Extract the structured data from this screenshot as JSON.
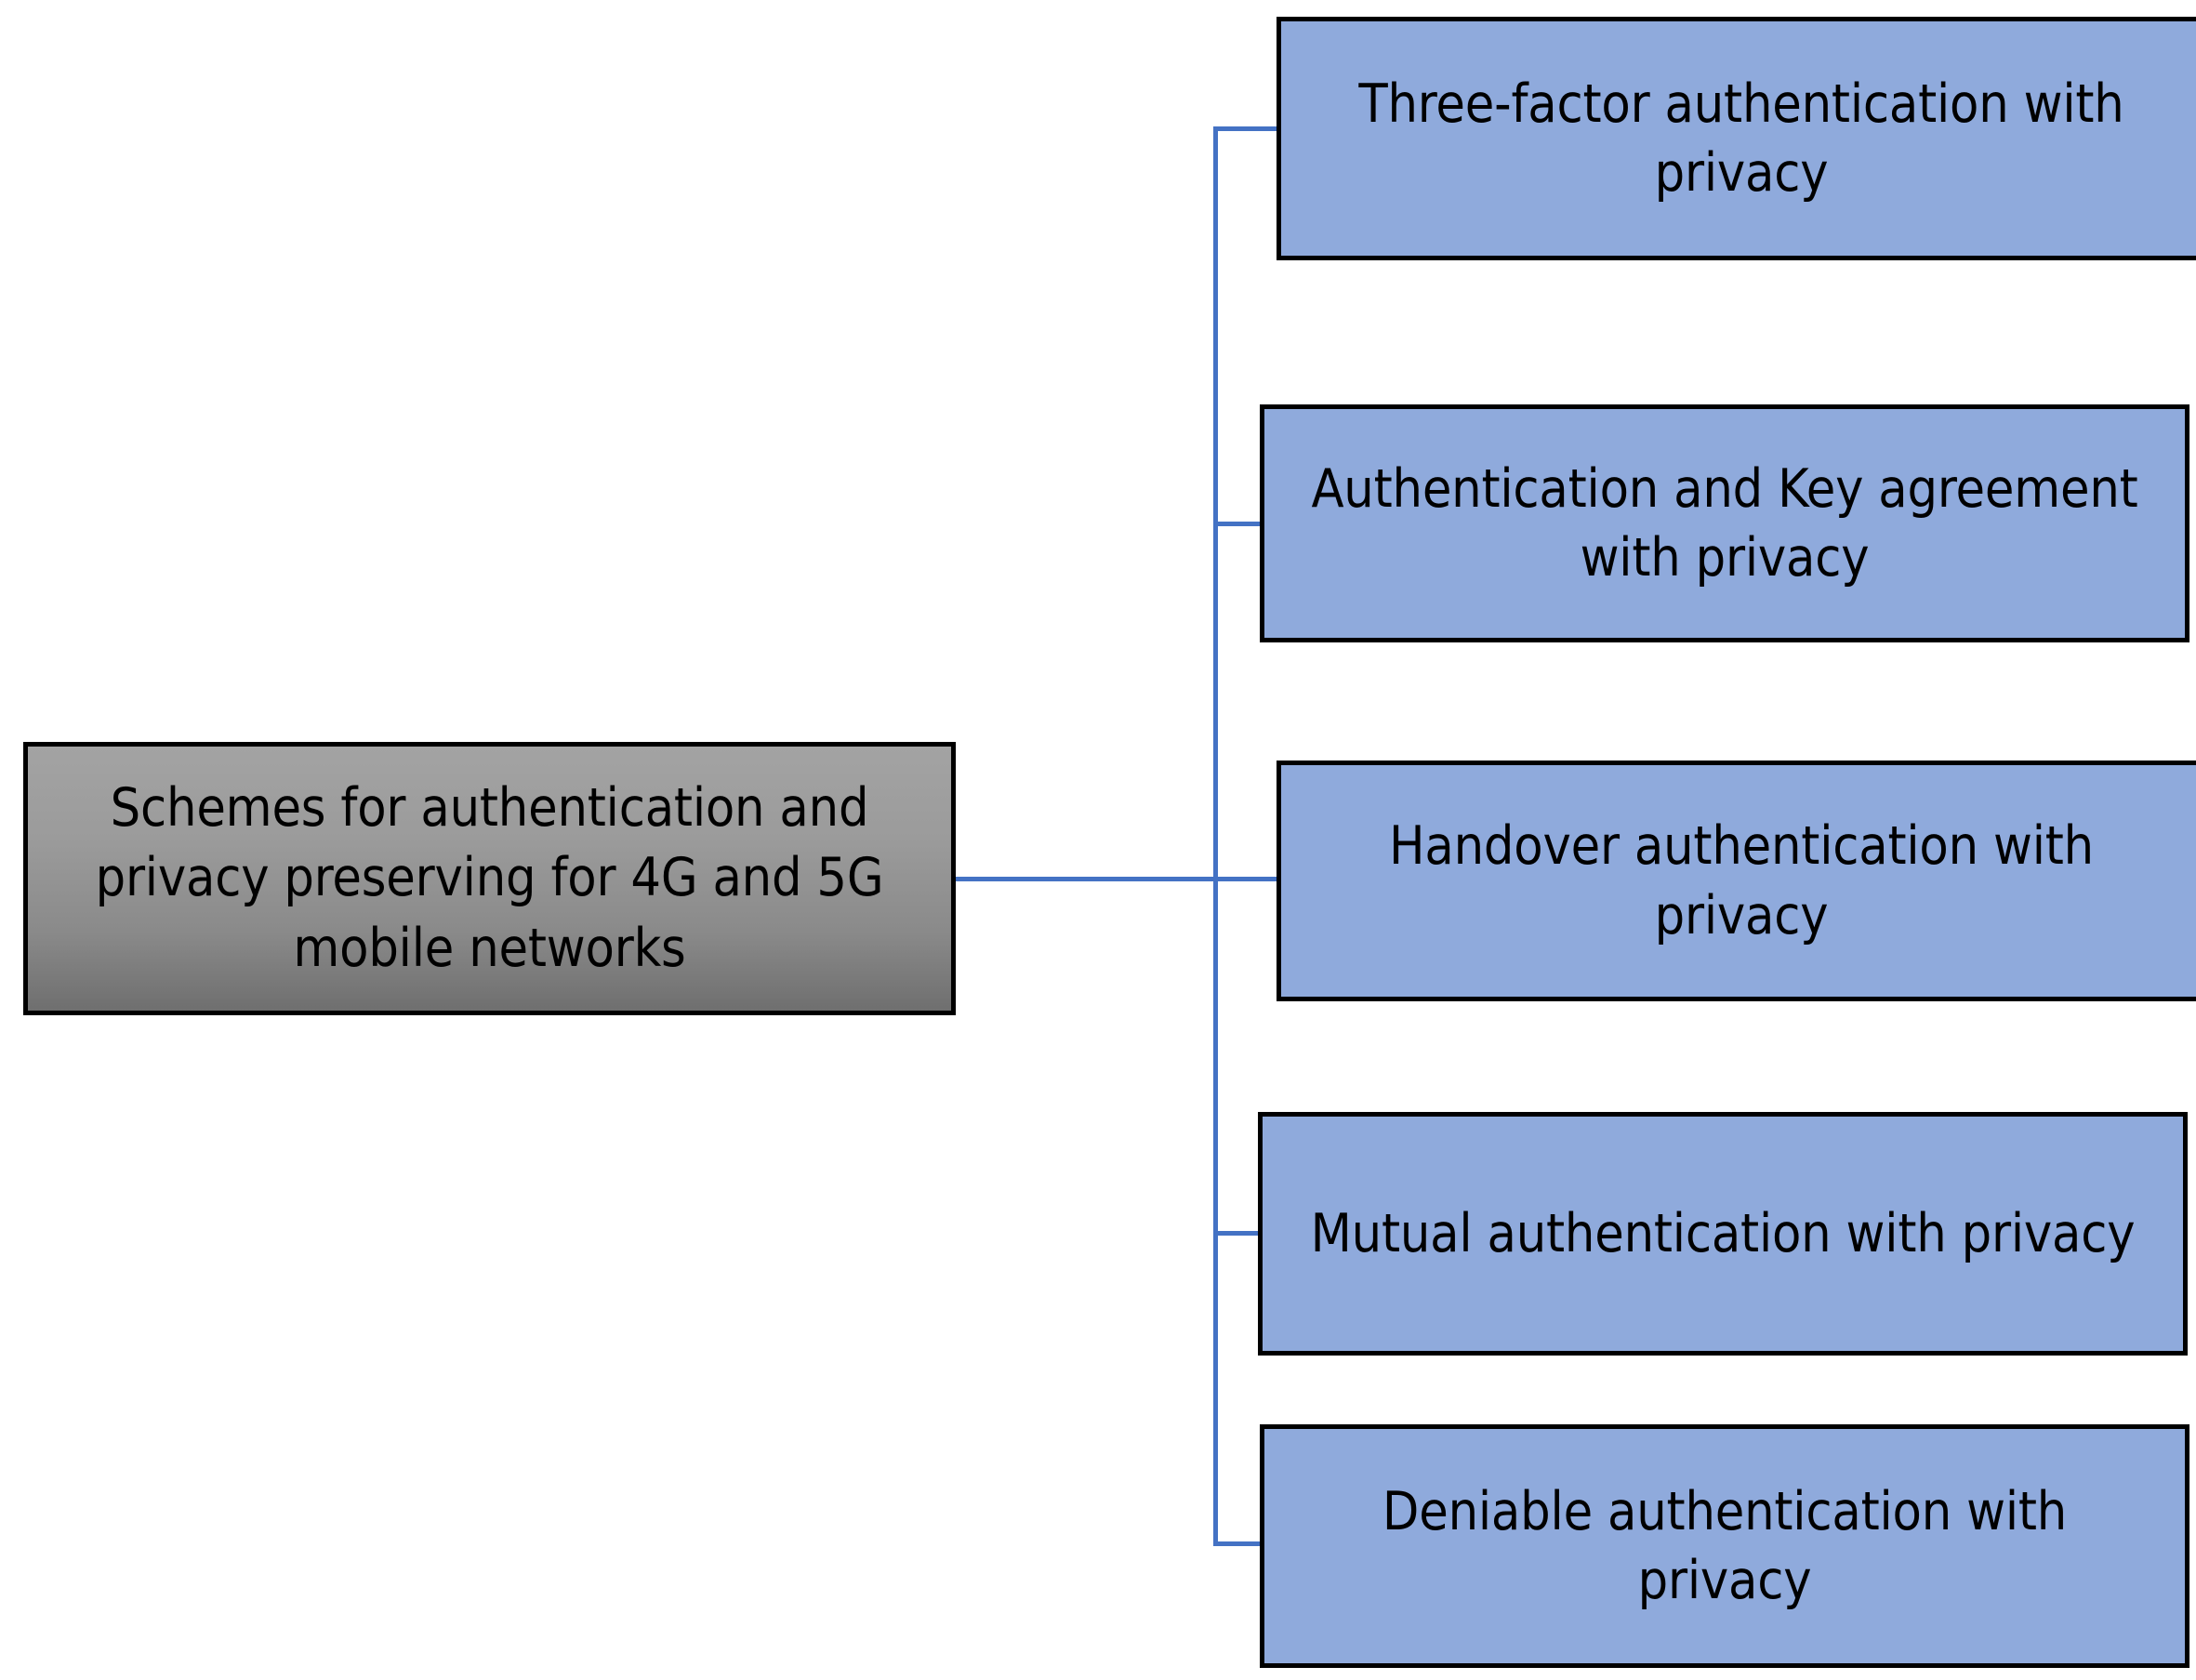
{
  "diagram": {
    "type": "horizontal-tree",
    "root": {
      "label": "Schemes for authentication and privacy preserving for 4G and 5G mobile networks",
      "fill_top_color": "#A3A3A3",
      "fill_bottom_color": "#6F6F6F",
      "border_color": "#000000",
      "text_color": "#000000"
    },
    "children": [
      {
        "label": "Three-factor authentication with privacy",
        "fill_color": "#8FAADC",
        "border_color": "#000000",
        "text_color": "#000000"
      },
      {
        "label": "Authentication and Key agreement with privacy",
        "fill_color": "#8FAADC",
        "border_color": "#000000",
        "text_color": "#000000"
      },
      {
        "label": "Handover authentication with privacy",
        "fill_color": "#8FAADC",
        "border_color": "#000000",
        "text_color": "#000000"
      },
      {
        "label": "Mutual authentication with privacy",
        "fill_color": "#8FAADC",
        "border_color": "#000000",
        "text_color": "#000000"
      },
      {
        "label": "Deniable authentication with privacy",
        "fill_color": "#8FAADC",
        "border_color": "#000000",
        "text_color": "#000000"
      }
    ],
    "connector_color": "#4472C4",
    "background_color": "#FFFFFF"
  }
}
